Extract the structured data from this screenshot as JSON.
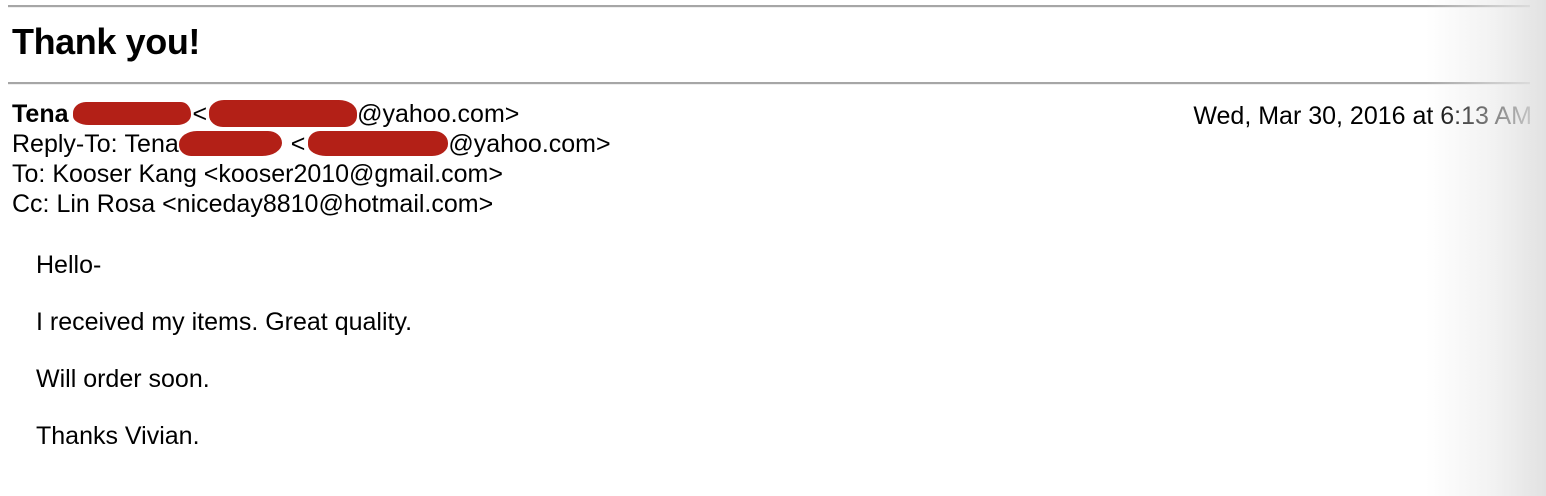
{
  "colors": {
    "redaction": "#b32017",
    "rule": "#a6a6a6",
    "text": "#000000",
    "background": "#ffffff"
  },
  "email": {
    "subject": "Thank you!",
    "date": "Wed, Mar 30, 2016 at 6:13 AM",
    "from": {
      "label_prefix": "",
      "display_name": "Tena",
      "redacted_surname": "[redacted]",
      "bracket_open": "<",
      "redacted_local_part": "[redacted]",
      "domain": "@yahoo.com",
      "bracket_close": ">"
    },
    "reply_to": {
      "label": "Reply-To:",
      "display_name": "Tena",
      "redacted_surname": "[redacted]",
      "bracket_open": "<",
      "redacted_local_part": "[redacted]",
      "domain": "@yahoo.com",
      "bracket_close": ">"
    },
    "to": {
      "label": "To:",
      "text": "Kooser Kang <kooser2010@gmail.com>"
    },
    "cc": {
      "label": "Cc:",
      "text": "Lin Rosa <niceday8810@hotmail.com>"
    },
    "body_paragraphs": [
      "Hello-",
      "I received my items. Great quality.",
      "Will order soon.",
      "Thanks Vivian."
    ]
  }
}
